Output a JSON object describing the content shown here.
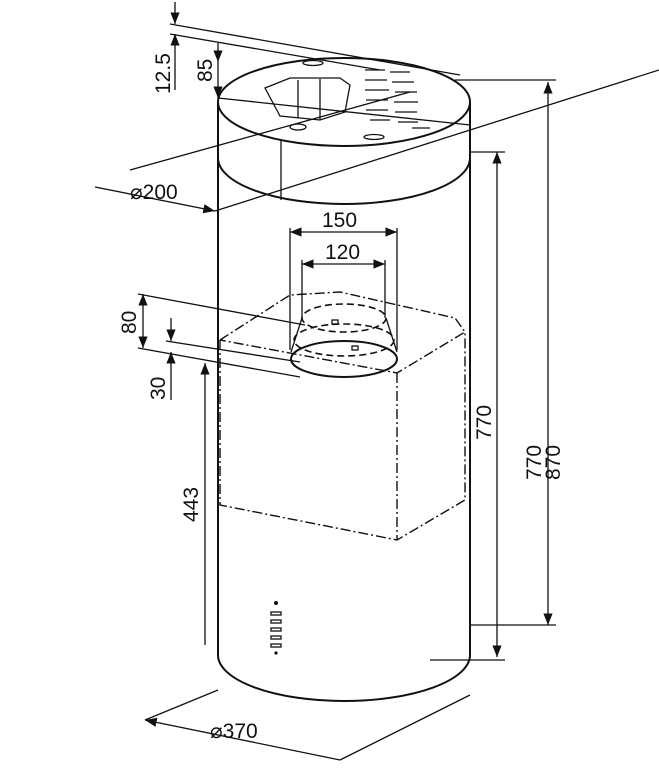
{
  "title": "Cylindrical island cooker hood dimension drawing",
  "dimensions": {
    "top_offset": "12.5",
    "collar_height": "85",
    "collar_diameter": "200",
    "outlet_outer": "150",
    "outlet_inner": "120",
    "outlet_height": "80",
    "outlet_offset": "30",
    "bottom_height": "443",
    "body_height_inner": "770",
    "body_height": "770",
    "total_height": "870",
    "body_diameter": "370"
  },
  "colors": {
    "line": "#111111",
    "background": "#ffffff"
  }
}
